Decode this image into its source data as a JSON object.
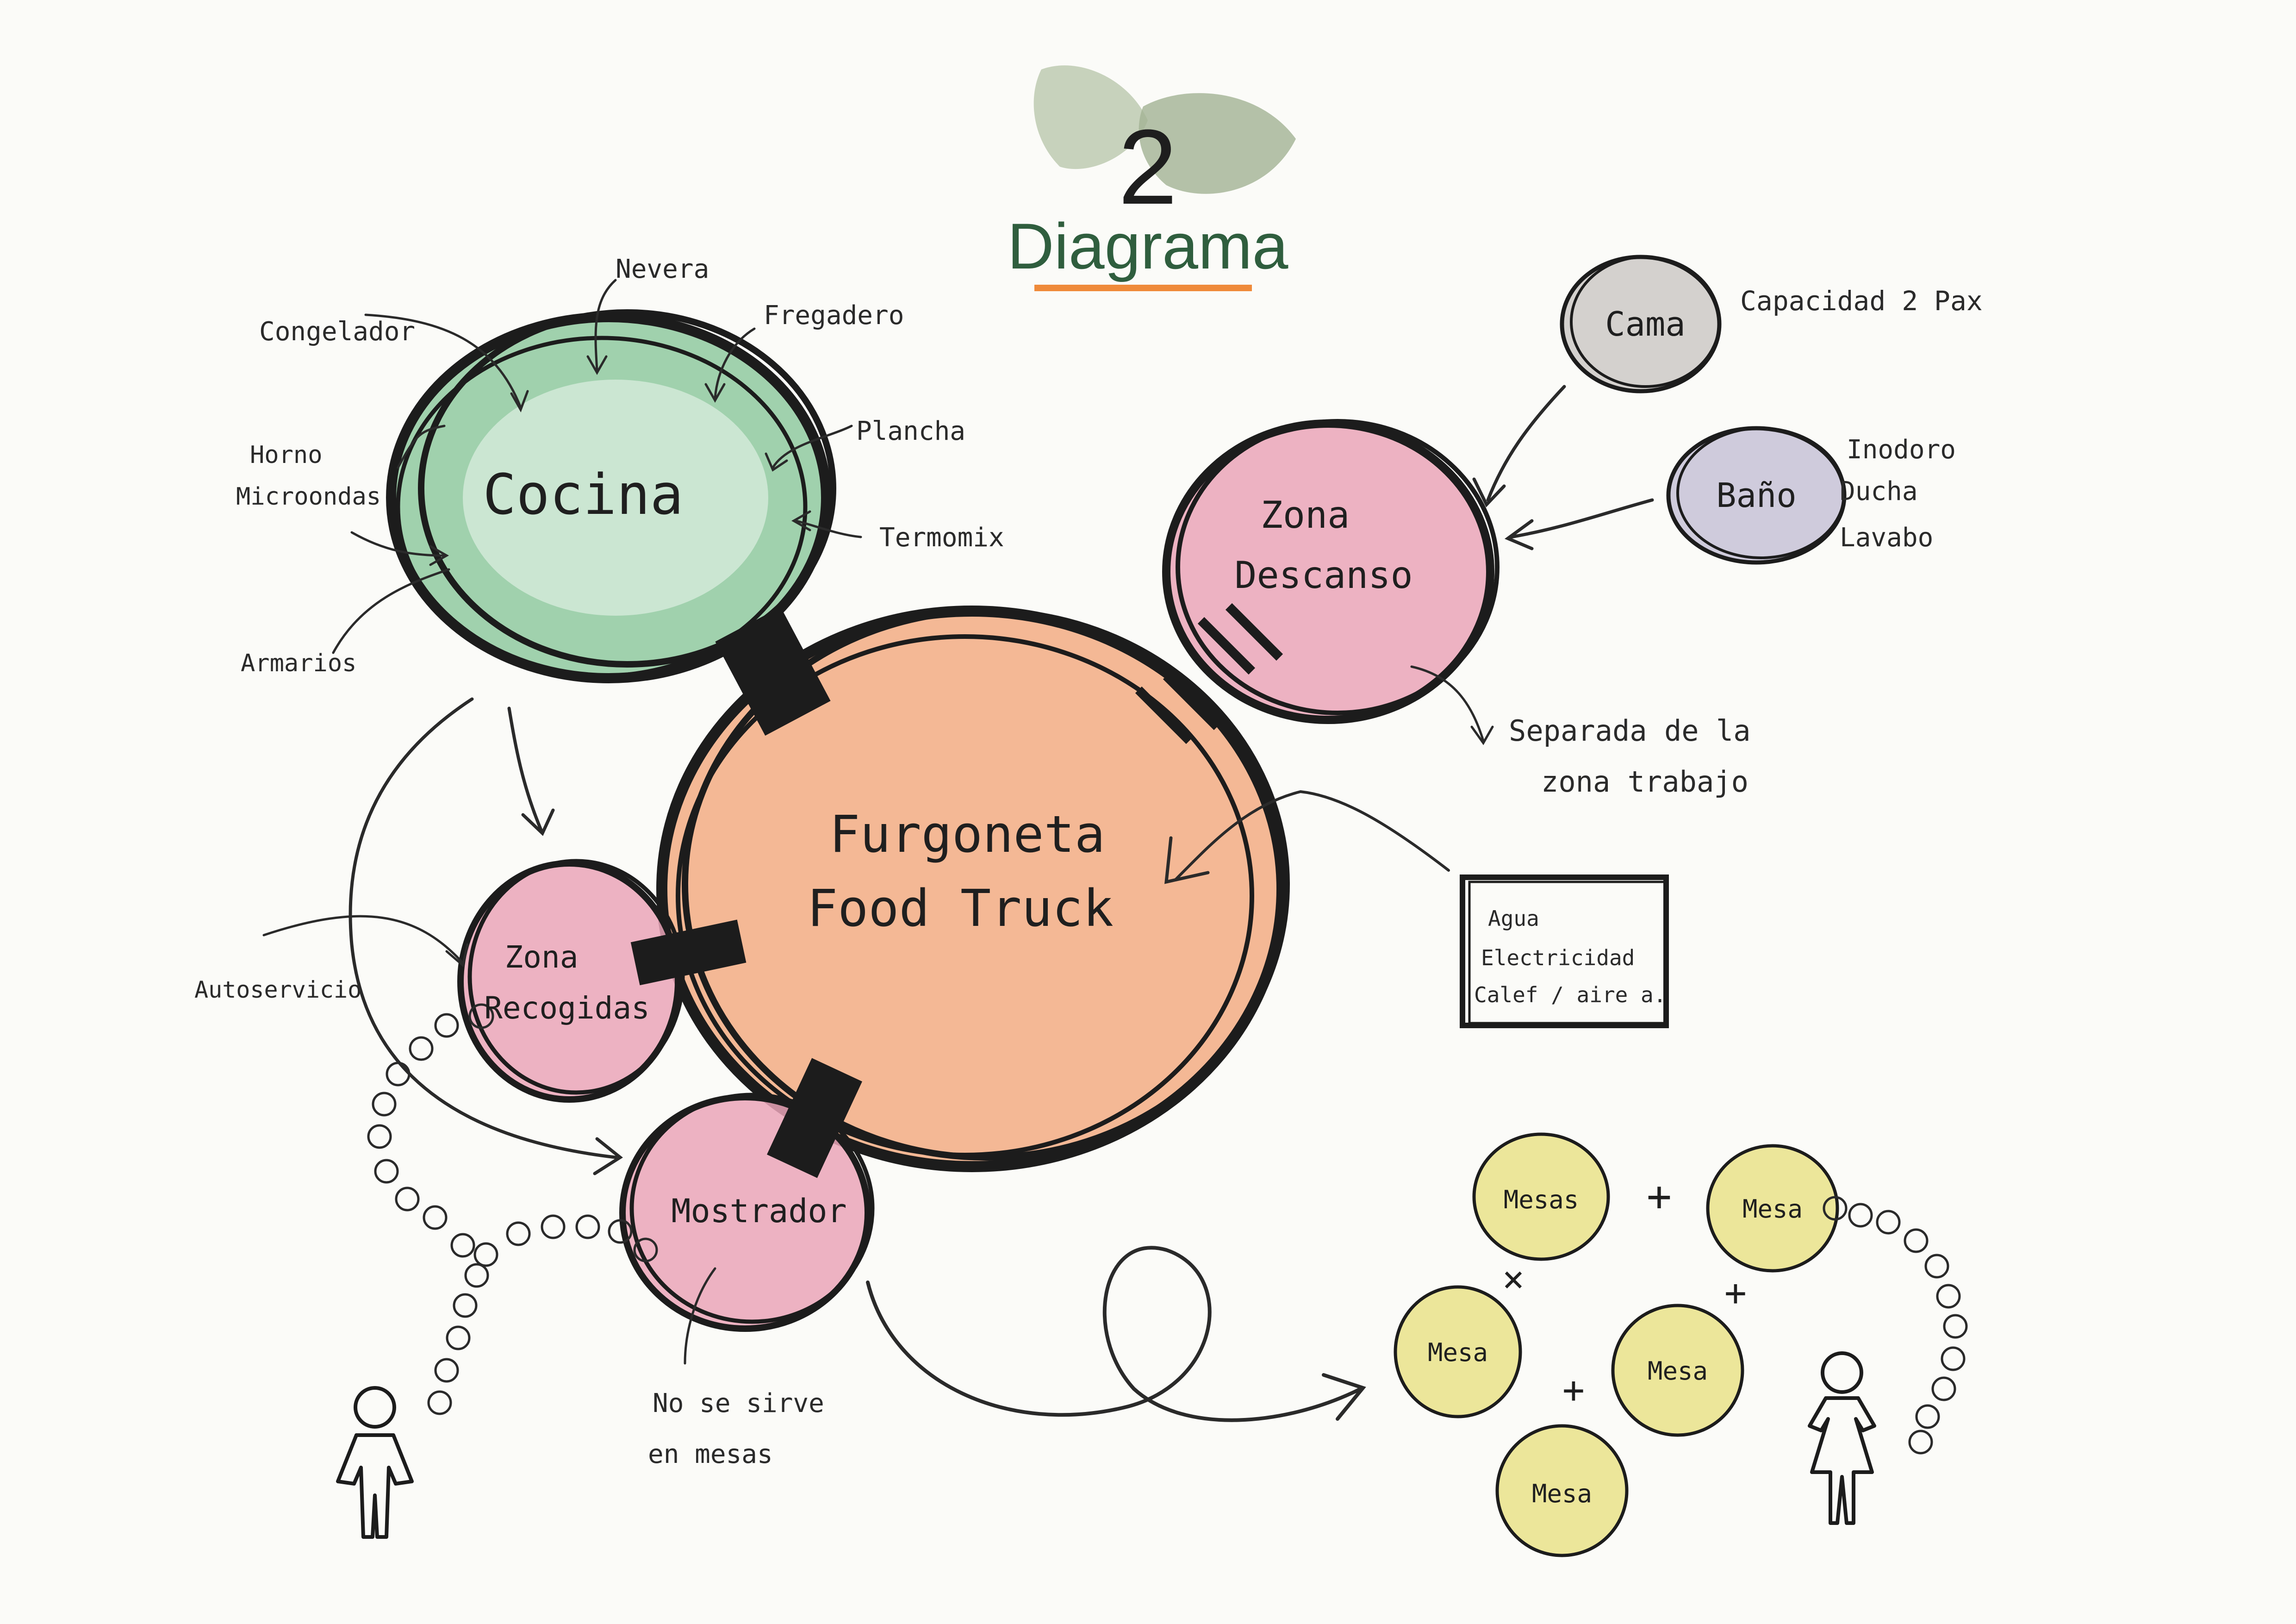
{
  "header": {
    "number": "2",
    "title": "Diagrama",
    "title_color": "#2f5e3e",
    "underline_color": "#ef8a3a",
    "leaf_color": "#a9b89a"
  },
  "colors": {
    "ink": "#1c1c1c",
    "green": "#8fc9a0",
    "orange": "#f2ab84",
    "pink": "#eaa4b9",
    "grey": "#d4d1ce",
    "lavender": "#cfcbdc",
    "yellow": "#ece69a"
  },
  "nodes": {
    "cocina": "Cocina",
    "furgoneta": [
      "Furgoneta",
      "Food Truck"
    ],
    "zona_descanso": [
      "Zona",
      "Descanso"
    ],
    "zona_recogidas": [
      "Zona",
      "Recogidas"
    ],
    "mostrador": "Mostrador",
    "cama": "Cama",
    "bano": "Baño",
    "mesa_top_left": "Mesas",
    "mesa_top_right": "Mesa",
    "mesa_mid_left": "Mesa",
    "mesa_mid_right": "Mesa",
    "mesa_bottom": "Mesa"
  },
  "annotations": {
    "congelador": "Congelador",
    "nevera": "Nevera",
    "fregadero": "Fregadero",
    "plancha": "Plancha",
    "horno": [
      "Horno",
      "Microondas"
    ],
    "termomix": "Termomix",
    "armarios": "Armarios",
    "cama_note": "Capacidad 2 Pax",
    "bano_note": [
      "Inodoro",
      "Ducha",
      "Lavabo"
    ],
    "descanso_note": [
      "Separada de la",
      "zona trabajo"
    ],
    "services": [
      "Agua",
      "Electricidad",
      "Calef / aire a."
    ],
    "autoservicio": "Autoservicio",
    "mostrador_note": [
      "No se sirve",
      "en mesas"
    ]
  },
  "connectors": {
    "plus": "+",
    "times": "×"
  }
}
